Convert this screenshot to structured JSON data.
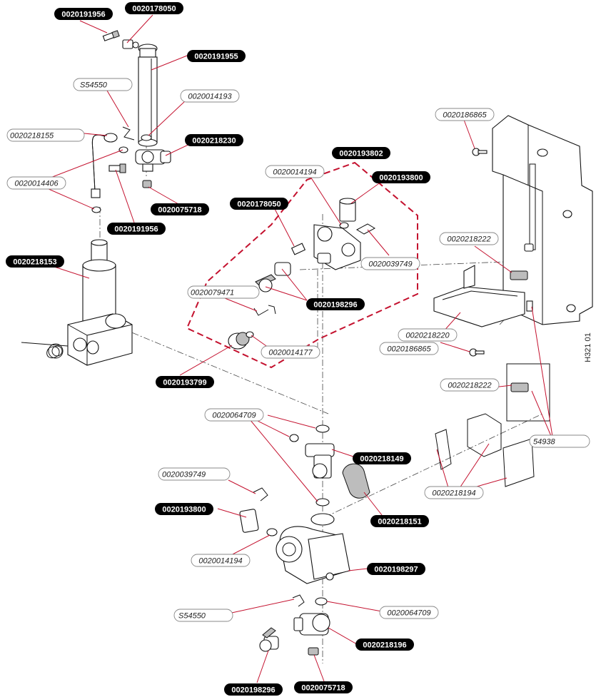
{
  "labels": {
    "l1": "0020191956",
    "l2": "0020178050",
    "l3": "0020191955",
    "l4": "S54550",
    "l5": "0020014193",
    "l6": "0020218155",
    "l7": "0020218230",
    "l8": "0020014406",
    "l9": "0020075718",
    "l10": "0020191956",
    "l11": "0020218153",
    "l12": "0020193802",
    "l13": "0020014194",
    "l14": "0020193800",
    "l15": "0020178050",
    "l16": "0020039749",
    "l17": "0020079471",
    "l18": "0020198296",
    "l19": "0020014177",
    "l20": "0020193799",
    "l21": "0020186865",
    "l22": "0020218222",
    "l23": "0020218220",
    "l24": "0020186865",
    "l25": "0020218222",
    "l26": "54938",
    "l27": "0020064709",
    "l28": "0020218149",
    "l29": "0020218194",
    "l30": "0020039749",
    "l31": "0020193800",
    "l32": "0020218151",
    "l33": "0020014194",
    "l34": "0020198297",
    "l35": "S54550",
    "l36": "0020064709",
    "l37": "0020218196",
    "l38": "0020198296",
    "l39": "0020075718"
  },
  "drawing_code": "H321 01",
  "colors": {
    "leader": "#c4122f",
    "group_outline": "#c4122f",
    "black_label": "#000000",
    "outline_label": "#888888"
  }
}
